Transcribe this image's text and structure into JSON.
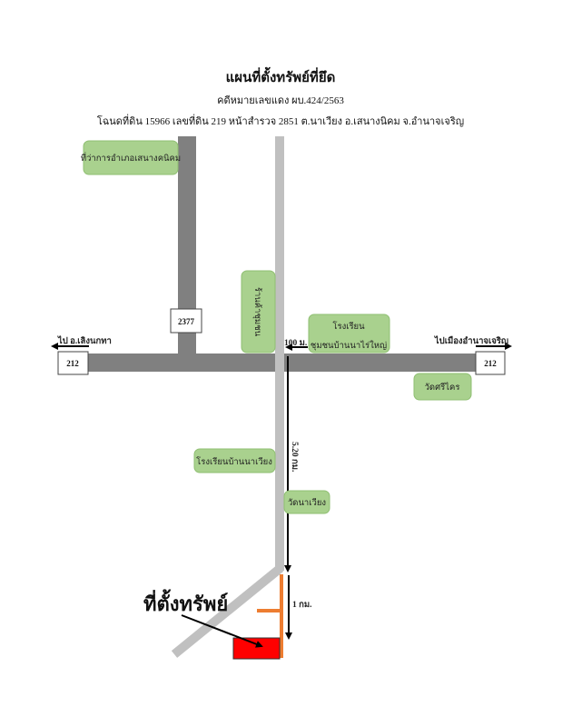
{
  "header": {
    "title": "แผนที่ตั้งทรัพย์ที่ยึด",
    "case_number": "คดีหมายเลขแดง ผบ.424/2563",
    "deed_info": "โฉนดที่ดิน 15966 เลขที่ดิน 219 หน้าสำรวจ 2851 ต.นาเวียง อ.เสนางนิคม จ.อำนาจเจริญ"
  },
  "landmarks": {
    "district_office": "ที่ว่าการอำเภอเสนางคนิคม",
    "community_shop": "ร้านค้าชุมชน",
    "school_nasai": [
      "โรงเรียน",
      "ชุมชนบ้านนาไร่ใหญ่"
    ],
    "wat_srikrai": "วัดศรีไคร",
    "school_naweang": "โรงเรียนบ้านนาเวียง",
    "wat_naweang": "วัดนาเวียง"
  },
  "roads": {
    "route_2377": "2377",
    "route_212_left": "212",
    "route_212_right": "212",
    "to_left": "ไป อ.เลิงนกทา",
    "to_right": "ไปเมืองอำนาจเจริญ"
  },
  "distances": {
    "d100m": "100 ม.",
    "d520km": "5.20 กม.",
    "d1km": "1 กม."
  },
  "property_label": "ที่ตั้งทรัพย์",
  "colors": {
    "main_road": "#808080",
    "minor_road": "#c0c0c0",
    "landmark_fill": "#a9d18e",
    "orange_road": "#ed7d31",
    "property": "#ff0000"
  }
}
